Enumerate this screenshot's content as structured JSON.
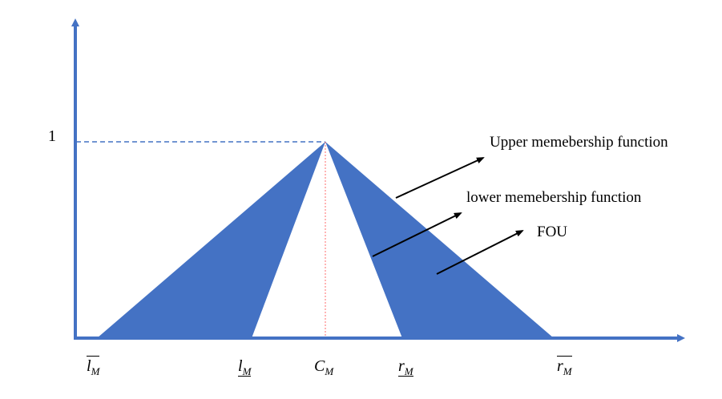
{
  "diagram": {
    "y_tick_label": "1",
    "annotations": {
      "upper": "Upper memebership function",
      "lower": "lower memebership function",
      "fou": "FOU"
    },
    "x_ticks": [
      {
        "base": "l",
        "sub": "M",
        "mark": "overline"
      },
      {
        "base": "l",
        "sub": "M",
        "mark": "underline"
      },
      {
        "base": "C",
        "sub": "M",
        "mark": "none"
      },
      {
        "base": "r",
        "sub": "M",
        "mark": "underline"
      },
      {
        "base": "r",
        "sub": "M",
        "mark": "overline"
      }
    ],
    "colors": {
      "axis": "#4472C4",
      "fou_fill": "#4472C4",
      "center_line": "#FF6B6B",
      "arrow": "#000000"
    }
  }
}
